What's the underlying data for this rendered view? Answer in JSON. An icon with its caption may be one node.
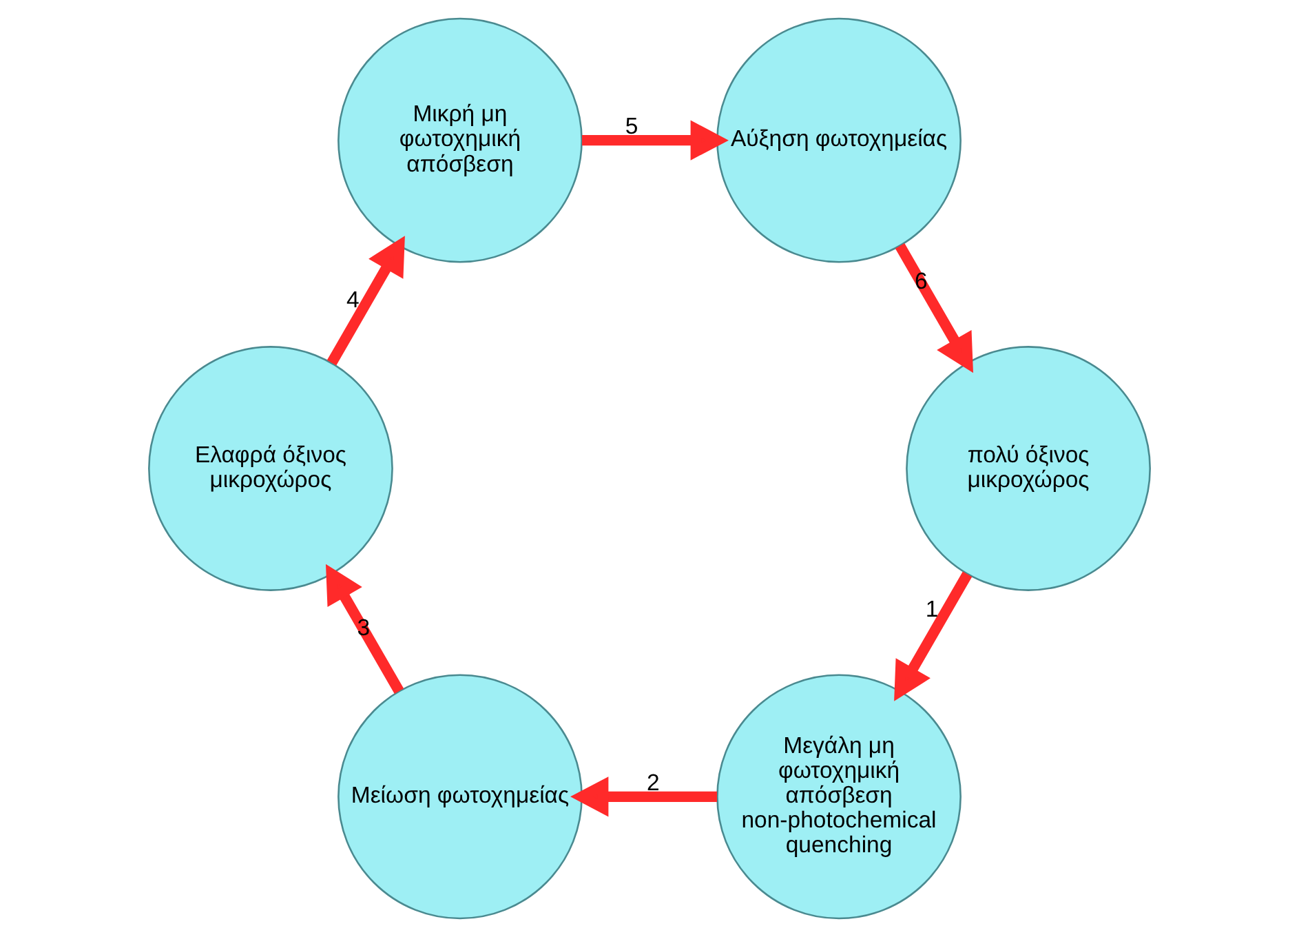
{
  "diagram": {
    "nodes": [
      {
        "text": [
          "Μεγάλη μη φωτοχημική απόσβεση non-photochemical quenching"
        ]
      },
      {
        "text": [
          "Μείωση φωτοχημείας"
        ]
      },
      {
        "text": [
          "πολύ όξινος μικροχώρος"
        ]
      },
      {
        "text": [
          "Ελαφρά όξινος μικροχώρος"
        ]
      },
      {
        "text": [
          "Αύξηση φωτοχημείας"
        ]
      },
      {
        "text": [
          "Μικρή μη φωτοχημική απόσβεση"
        ]
      }
    ],
    "edges": [
      {
        "from": 2,
        "to": 0,
        "label": "1",
        "arrow": "to"
      },
      {
        "from": 0,
        "to": 1,
        "label": "2",
        "arrow": "to"
      },
      {
        "from": 1,
        "to": 3,
        "label": "3",
        "arrow": "to"
      },
      {
        "from": 3,
        "to": 5,
        "label": "4",
        "arrow": "to"
      },
      {
        "from": 5,
        "to": 4,
        "label": "5",
        "arrow": "to"
      },
      {
        "from": 4,
        "to": 2,
        "label": "6",
        "arrow": "to"
      }
    ]
  }
}
